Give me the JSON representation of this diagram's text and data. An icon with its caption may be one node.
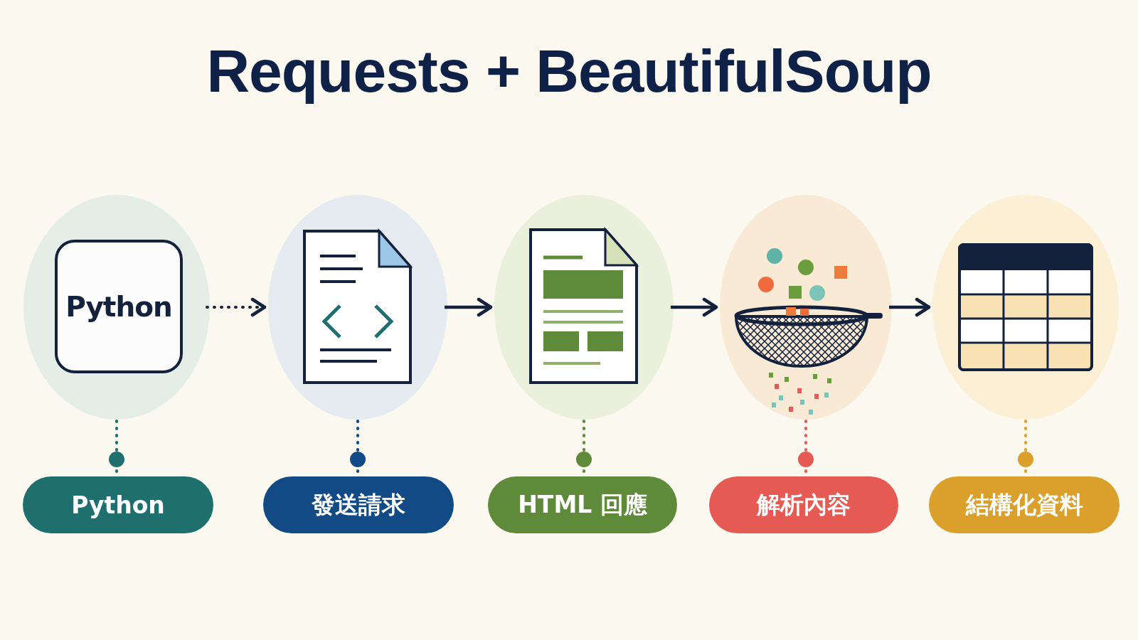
{
  "diagram": {
    "title": "Requests + BeautifulSoup",
    "nodes": [
      {
        "text": [],
        "shape": "circle"
      },
      {
        "text": [
          "Python"
        ],
        "in": 0
      },
      {
        "text": [],
        "shape": "circle"
      },
      {
        "text": [],
        "shape": "circle"
      },
      {
        "text": [],
        "shape": "circle"
      },
      {
        "text": [],
        "shape": "circle"
      },
      {
        "text": [
          "Python"
        ]
      },
      {
        "text": [
          "發送請求"
        ]
      },
      {
        "text": [
          "HTML 回應"
        ]
      },
      {
        "text": [
          "解析內容"
        ]
      },
      {
        "text": [
          "結構化資料"
        ]
      }
    ],
    "edges": [
      {
        "from": 0,
        "to": 2,
        "arrow": "to",
        "style": "dashed"
      },
      {
        "from": 2,
        "to": 3,
        "arrow": "to"
      },
      {
        "from": 3,
        "to": 4,
        "arrow": "to"
      },
      {
        "from": 4,
        "to": 5,
        "arrow": "to"
      },
      {
        "from": 0,
        "to": 6,
        "arrow": "other",
        "style": "dashed",
        "color": "#1f6f6e"
      },
      {
        "from": 2,
        "to": 7,
        "arrow": "other",
        "style": "dashed",
        "color": "#124a85"
      },
      {
        "from": 3,
        "to": 8,
        "arrow": "other",
        "style": "dashed",
        "color": "#5e8a3a"
      },
      {
        "from": 4,
        "to": 9,
        "arrow": "other",
        "style": "dashed",
        "color": "#e55a52"
      },
      {
        "from": 5,
        "to": 10,
        "arrow": "other",
        "style": "dashed",
        "color": "#dba02b"
      }
    ]
  }
}
